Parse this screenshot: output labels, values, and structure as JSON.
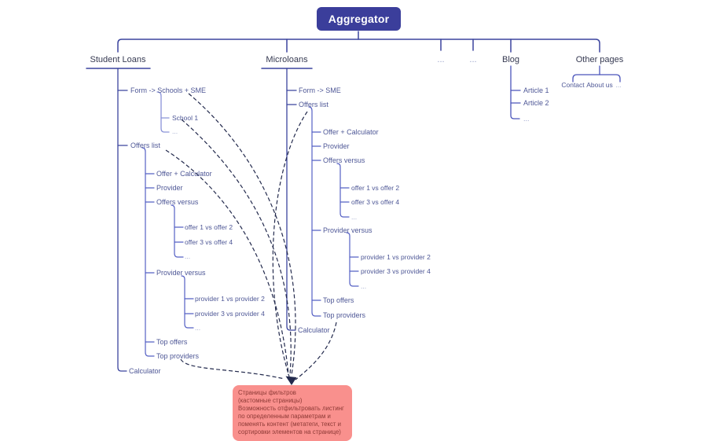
{
  "colors": {
    "accent": "#3b3e9b",
    "line": "#3b449e",
    "line_mid": "#5560c4",
    "line_light": "#8a93d8",
    "dashed": "#232a4d",
    "note_bg": "#f9908d",
    "note_text": "#8e3a36"
  },
  "root": {
    "label": "Aggregator"
  },
  "branches": {
    "student_loans": {
      "label": "Student Loans",
      "form": "Form -> Schools + SME",
      "school": "School 1",
      "school_more": "...",
      "offers_list": "Offers list",
      "offer_calculator": "Offer + Calculator",
      "provider": "Provider",
      "offers_versus": "Offers versus",
      "offers_vs_1": "offer 1 vs offer 2",
      "offers_vs_2": "offer 3 vs offer 4",
      "offers_vs_more": "...",
      "provider_versus": "Provider versus",
      "provider_vs_1": "provider 1 vs provider 2",
      "provider_vs_2": "provider 3 vs provider 4",
      "provider_vs_more": "...",
      "top_offers": "Top offers",
      "top_providers": "Top providers",
      "calculator": "Calculator"
    },
    "microloans": {
      "label": "Microloans",
      "form": "Form -> SME",
      "offers_list": "Offers list",
      "offer_calculator": "Offer + Calculator",
      "provider": "Provider",
      "offers_versus": "Offers versus",
      "offers_vs_1": "offer 1 vs offer 2",
      "offers_vs_2": "offer 3 vs offer 4",
      "offers_vs_more": "...",
      "provider_versus": "Provider versus",
      "provider_vs_1": "provider 1 vs provider 2",
      "provider_vs_2": "provider 3 vs provider 4",
      "provider_vs_more": "...",
      "top_offers": "Top offers",
      "top_providers": "Top providers",
      "calculator": "Calculator"
    },
    "dots_1": "...",
    "dots_2": "...",
    "blog": {
      "label": "Blog",
      "article_1": "Article 1",
      "article_2": "Article 2",
      "more": "..."
    },
    "other_pages": {
      "label": "Other pages",
      "contact": "Contact",
      "about_us": "About us",
      "more": "..."
    }
  },
  "note": {
    "title": "Страницы фильтров",
    "subtitle": "(кастомные страницы)",
    "body": "Возможность отфильтровать листинг по определенным параметрам и поменять контент (метатеги, текст и сортировки элементов на странице)"
  }
}
